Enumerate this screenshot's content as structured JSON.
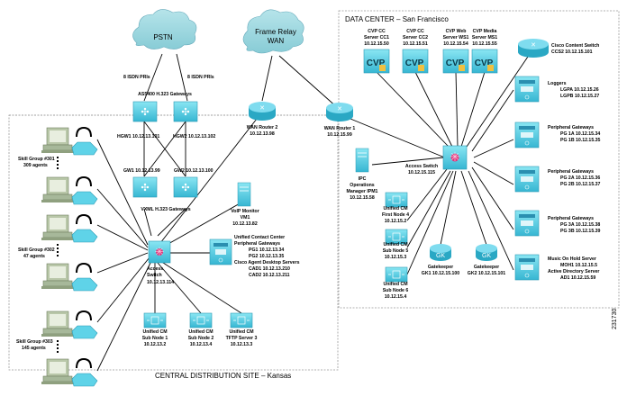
{
  "colors": {
    "device": "#5fd3e8",
    "device_dark": "#2aa8c4",
    "hub": "#e0337a",
    "pc": "#a7b89a",
    "line": "#000000",
    "border": "#999999"
  },
  "clouds": {
    "pstn": "PSTN",
    "frame_relay_1": "Frame Relay",
    "frame_relay_2": "WAN"
  },
  "links": {
    "isdn_left": "8 ISDN PRIs",
    "isdn_right": "8 ISDN PRIs"
  },
  "central": {
    "site_title": "CENTRAL DISTRIBUTION SITE – Kansas",
    "as5400_label": "AS5400 H.323 Gateways",
    "hgw1": "HGW1 10.12.13.101",
    "hgw2": "HGW2 10.12.13.102",
    "gw1": "GW1 10.12.13.99",
    "gw2": "GW2 10.12.13.100",
    "vxml_label": "VXML H.323 Gateways",
    "wan_router2": [
      "WAN Router 2",
      "10.12.13.98"
    ],
    "voip_monitor": [
      "VoIP Monitor",
      "VM1",
      "10.12.13.82"
    ],
    "ucc": [
      "Unified Contact Center",
      "Peripheral Gateways",
      "PG1  10.12.13.34",
      "PG2  10.12.13.35",
      "Cisco Agent Desktop Servers",
      "CAD1 10.12.13.210",
      "CAD2 10.12.13.211"
    ],
    "access_switch": [
      "Access",
      "Switch",
      "10.12.13.114"
    ],
    "skill_groups": [
      [
        "Skill Group #301",
        "309 agents"
      ],
      [
        "Skill Group #302",
        "47 agents"
      ],
      [
        "Skill Group #303",
        "145 agents"
      ]
    ],
    "cm_nodes": [
      [
        "Unified CM",
        "Sub Node 1",
        "10.12.13.2"
      ],
      [
        "Unified CM",
        "Sub Node 2",
        "10.12.13.4"
      ],
      [
        "Unified CM",
        "TFTP Server 3",
        "10.12.13.3"
      ]
    ]
  },
  "datacenter": {
    "site_title": "DATA CENTER – San Francisco",
    "cvp_servers": [
      [
        "CVP CC",
        "Server CC1",
        "10.12.15.50"
      ],
      [
        "CVP CC",
        "Server CC2",
        "10.12.15.51"
      ],
      [
        "CVP Web",
        "Server WS1",
        "10.12.15.54"
      ],
      [
        "CVP Media",
        "Server MS1",
        "10.12.15.55"
      ]
    ],
    "cvp_icon_text": "CVP",
    "content_switch": [
      "Cisco Content Switch",
      "CCS2 10.12.15.101"
    ],
    "wan_router1": [
      "WAN Router 1",
      "10.12.15.99"
    ],
    "access_switch": [
      "Access Switch",
      "10.12.15.115"
    ],
    "ipcc_ops": [
      "IPC",
      "Operations",
      "Manager IPM1",
      "10.12.15.58"
    ],
    "cm_nodes": [
      [
        "Unified CM",
        "First Node 4",
        "10.12.15.2"
      ],
      [
        "Unified CM",
        "Sub Node 5",
        "10.12.15.3"
      ],
      [
        "Unified CM",
        "Sub Node 6",
        "10.12.15.4"
      ]
    ],
    "gatekeepers": [
      [
        "Gatekeeper",
        "GK1 10.12.15.100"
      ],
      [
        "Gatekeeper",
        "GK2 10.12.15.101"
      ]
    ],
    "gk_icon_text": "GK",
    "servers": [
      [
        "Loggers",
        "LGPA  10.12.15.26",
        "LGPB  10.12.15.27"
      ],
      [
        "Peripheral Gateways",
        "PG 1A  10.12.15.34",
        "PG 1B  10.12.15.35"
      ],
      [
        "Peripheral Gateways",
        "PG 2A  10.12.15.36",
        "PG 2B  10.12.15.37"
      ],
      [
        "Peripheral Gateways",
        "PG 3A  10.12.15.38",
        "PG 3B  10.12.15.39"
      ],
      [
        "Music On Hold Server",
        "MOH1  10.12.15.5",
        "Active Directory Server",
        "AD1   10.12.15.59"
      ]
    ]
  },
  "figure_id": "231730"
}
